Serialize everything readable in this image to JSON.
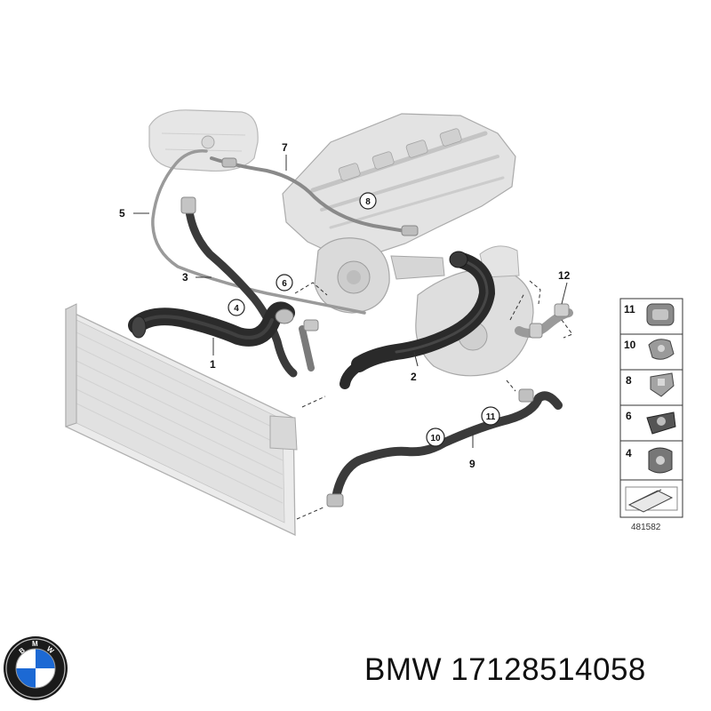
{
  "diagram": {
    "callouts": {
      "c1": "1",
      "c2": "2",
      "c3": "3",
      "c5": "5",
      "c7": "7",
      "c9": "9",
      "c12": "12",
      "c4": "4",
      "c6": "6",
      "c8": "8",
      "c10": "10",
      "c11": "11"
    },
    "legend": {
      "items": [
        {
          "label": "11"
        },
        {
          "label": "10"
        },
        {
          "label": "8"
        },
        {
          "label": "6"
        },
        {
          "label": "4"
        }
      ]
    },
    "reference_number": "481582"
  },
  "caption": {
    "brand": "BMW",
    "part_number": "17128514058"
  },
  "colors": {
    "hose": "#2b2b2b",
    "part_grey": "#d4d4d4",
    "outline": "#9a9a9a",
    "bmw_blue": "#1c69d4"
  }
}
